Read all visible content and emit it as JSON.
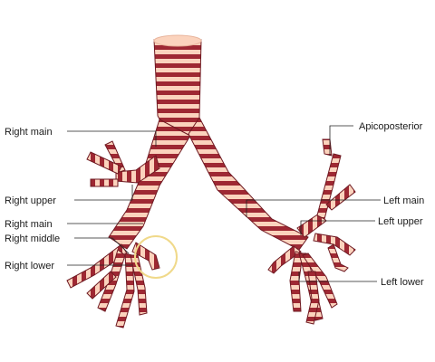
{
  "diagram": {
    "labels": {
      "right_main_upper": "Right main",
      "right_upper": "Right upper",
      "right_main_lower": "Right main",
      "right_middle": "Right middle",
      "right_lower": "Right lower",
      "apicoposterior": "Apicoposterior",
      "left_main": "Left main",
      "left_upper": "Left upper",
      "left_lower": "Left lower"
    },
    "colors": {
      "cartilage": "#fbd3bd",
      "muscle": "#9e2833",
      "muscle_dark": "#6e1a22",
      "highlight_ring": "#f0d98a",
      "leader": "#222222"
    }
  }
}
